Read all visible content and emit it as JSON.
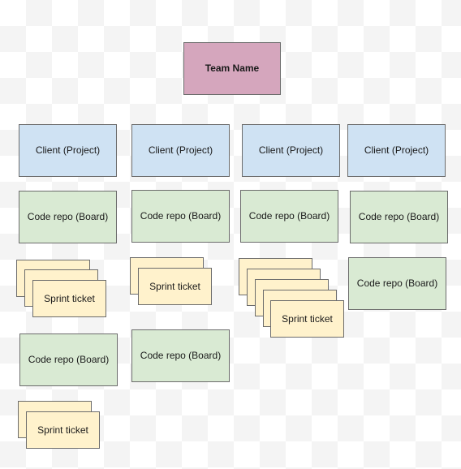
{
  "colors": {
    "team": "#d5a6bd",
    "client": "#cfe2f3",
    "repo": "#d9ead3",
    "ticket": "#fff2cc",
    "border": "#6c6c6c"
  },
  "team": {
    "label": "Team Name"
  },
  "columns": [
    {
      "client": "Client (Project)",
      "repos": [
        {
          "label": "Code repo (Board)",
          "ticket_stack": {
            "count": 3,
            "label": "Sprint ticket"
          }
        },
        {
          "label": "Code repo (Board)",
          "ticket_stack": {
            "count": 2,
            "label": "Sprint ticket"
          }
        }
      ]
    },
    {
      "client": "Client (Project)",
      "repos": [
        {
          "label": "Code repo (Board)",
          "ticket_stack": {
            "count": 2,
            "label": "Sprint ticket"
          }
        },
        {
          "label": "Code repo (Board)"
        }
      ]
    },
    {
      "client": "Client (Project)",
      "repos": [
        {
          "label": "Code repo (Board)",
          "ticket_stack": {
            "count": 5,
            "label": "Sprint ticket"
          }
        }
      ]
    },
    {
      "client": "Client (Project)",
      "repos": [
        {
          "label": "Code repo (Board)"
        },
        {
          "label": "Code repo (Board)"
        }
      ]
    }
  ]
}
